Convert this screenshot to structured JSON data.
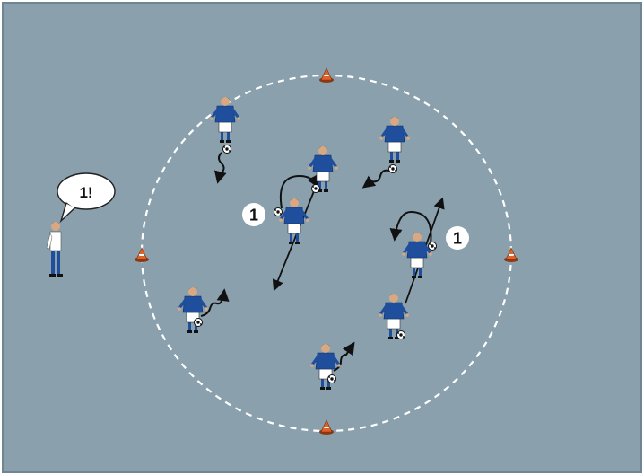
{
  "diagram": {
    "coach_callout": "1!",
    "number_labels": [
      "1",
      "1"
    ],
    "colors": {
      "pitch": "#8aa0ad",
      "border": "#6f8593",
      "circle_line": "#ffffff",
      "jersey": "#1f4e9c",
      "shorts": "#ffffff",
      "skin": "#d9a882",
      "cone": "#e0622b",
      "arrow": "#111111"
    },
    "icons": [
      "player-icon",
      "coach-icon",
      "cone-icon",
      "ball-icon",
      "speech-bubble-icon"
    ]
  }
}
